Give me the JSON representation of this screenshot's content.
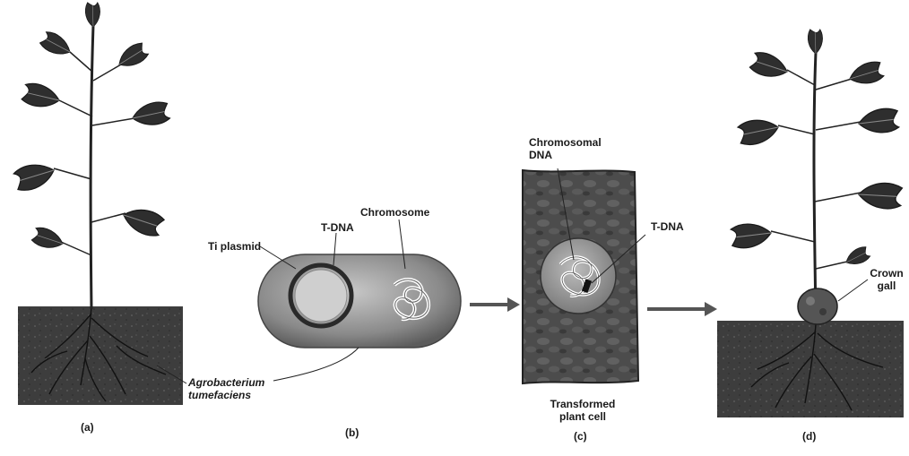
{
  "figure": {
    "panels": [
      {
        "id": "a",
        "label": "(a)"
      },
      {
        "id": "b",
        "label": "(b)"
      },
      {
        "id": "c",
        "label": "(c)"
      },
      {
        "id": "d",
        "label": "(d)"
      }
    ],
    "labels": {
      "ti_plasmid": "Ti plasmid",
      "t_dna_b": "T-DNA",
      "chromosome": "Chromosome",
      "agrobacterium_line1": "Agrobacterium",
      "agrobacterium_line2": "tumefaciens",
      "chromosomal_dna_line1": "Chromosomal",
      "chromosomal_dna_line2": "DNA",
      "t_dna_c": "T-DNA",
      "transformed_line1": "Transformed",
      "transformed_line2": "plant cell",
      "crown_gall_line1": "Crown",
      "crown_gall_line2": "gall"
    },
    "colors": {
      "soil": "#3c3c3c",
      "plant": "#2a2a2a",
      "bacterium": "#7a7a7a",
      "cell": "#4a4a4a",
      "arrow": "#555555"
    }
  }
}
